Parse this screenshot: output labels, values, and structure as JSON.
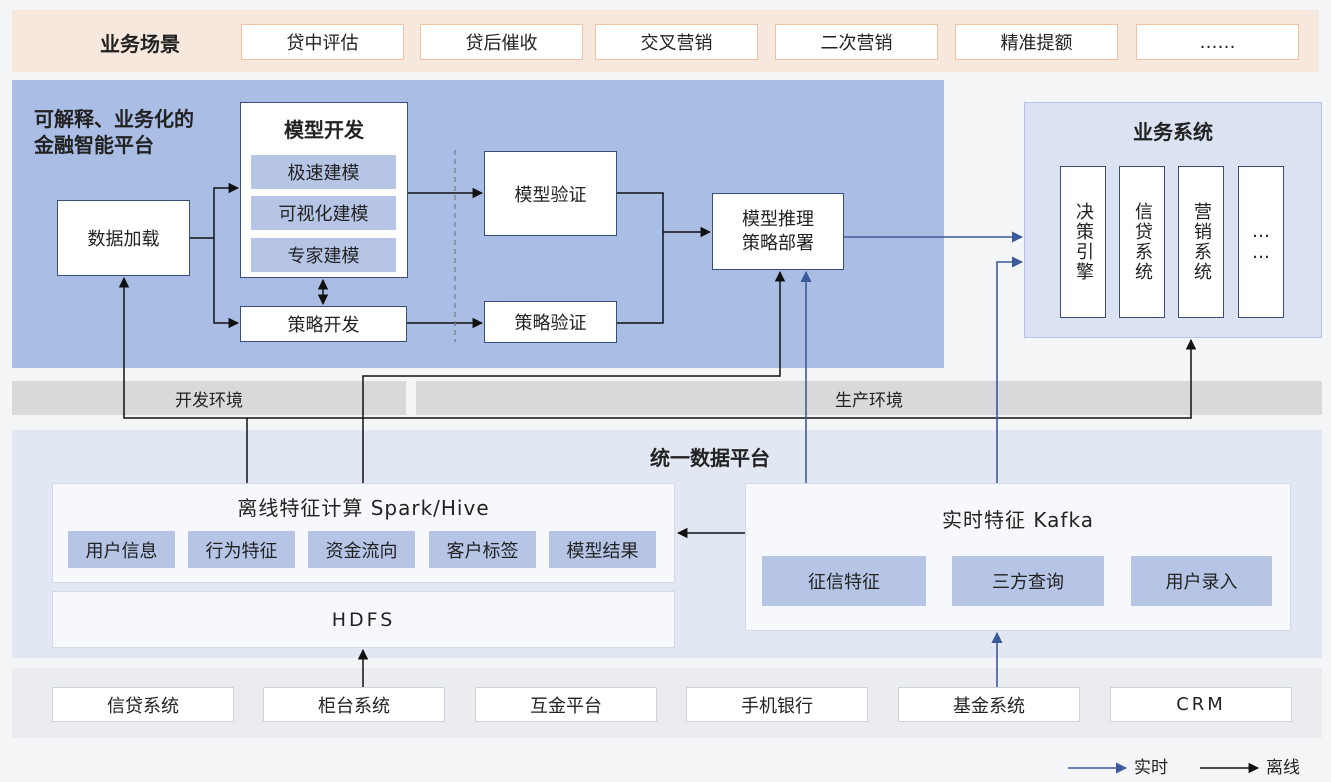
{
  "scenarios": {
    "label": "业务场景",
    "items": [
      "贷中评估",
      "贷后催收",
      "交叉营销",
      "二次营销",
      "精准提额",
      "……"
    ]
  },
  "platform": {
    "title_line1": "可解释、业务化的",
    "title_line2": "金融智能平台",
    "data_load": "数据加载",
    "model_dev": {
      "title": "模型开发",
      "items": [
        "极速建模",
        "可视化建模",
        "专家建模"
      ]
    },
    "strategy_dev": "策略开发",
    "model_validate": "模型验证",
    "strategy_validate": "策略验证",
    "deploy_line1": "模型推理",
    "deploy_line2": "策略部署"
  },
  "biz_system": {
    "title": "业务系统",
    "items": [
      "决策引擎",
      "信贷系统",
      "营销系统",
      "……"
    ]
  },
  "env": {
    "dev": "开发环境",
    "prod": "生产环境"
  },
  "data_platform": {
    "title": "统一数据平台",
    "offline": {
      "title": "离线特征计算 Spark/Hive",
      "items": [
        "用户信息",
        "行为特征",
        "资金流向",
        "客户标签",
        "模型结果"
      ]
    },
    "hdfs": "HDFS",
    "realtime": {
      "title": "实时特征 Kafka",
      "items": [
        "征信特征",
        "三方查询",
        "用户录入"
      ]
    }
  },
  "sources": [
    "信贷系统",
    "柜台系统",
    "互金平台",
    "手机银行",
    "基金系统",
    "CRM"
  ],
  "legend": {
    "realtime": "实时",
    "offline": "离线"
  },
  "colors": {
    "realtime_line": "#3a5a9a",
    "offline_line": "#111111",
    "platform_bg": "#a9bde4",
    "scenario_bg": "#f6e8dd",
    "chip": "#b6c4e5"
  }
}
